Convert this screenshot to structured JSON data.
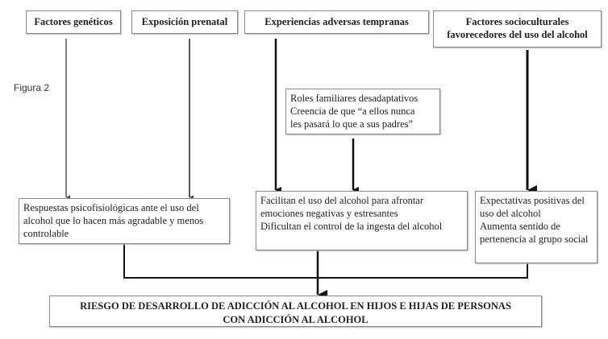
{
  "figure_label": "Figura 2",
  "factors": {
    "genetic": "Factores genéticos",
    "prenatal": "Exposición prenatal",
    "adverse": "Experiencias adversas tempranas",
    "sociocultural": [
      "Factores socioculturales",
      "favorecedores  del uso del alcohol"
    ]
  },
  "roles_box": [
    "Roles familiares desadaptativos",
    "Creencia de que “a ellos nunca",
    "les pasará lo que a sus padres”"
  ],
  "mechanisms": {
    "psychophysiological": "Respuestas psicofisiológicas ante el uso del alcohol que lo hacen más agradable y menos controlable",
    "coping": [
      "Facilitan el uso del alcohol para afrontar emociones negativas y estresantes",
      "Dificultan el control de la ingesta del alcohol"
    ],
    "expectations": [
      "Expectativas positivas del uso del alcohol",
      "Aumenta sentido de pertenencia al grupo social"
    ]
  },
  "outcome": [
    "RIESGO DE DESARROLLO DE ADICCIÓN AL ALCOHOL EN HIJOS E HIJAS DE PERSONAS",
    "CON ADICCIÓN AL ALCOHOL"
  ]
}
